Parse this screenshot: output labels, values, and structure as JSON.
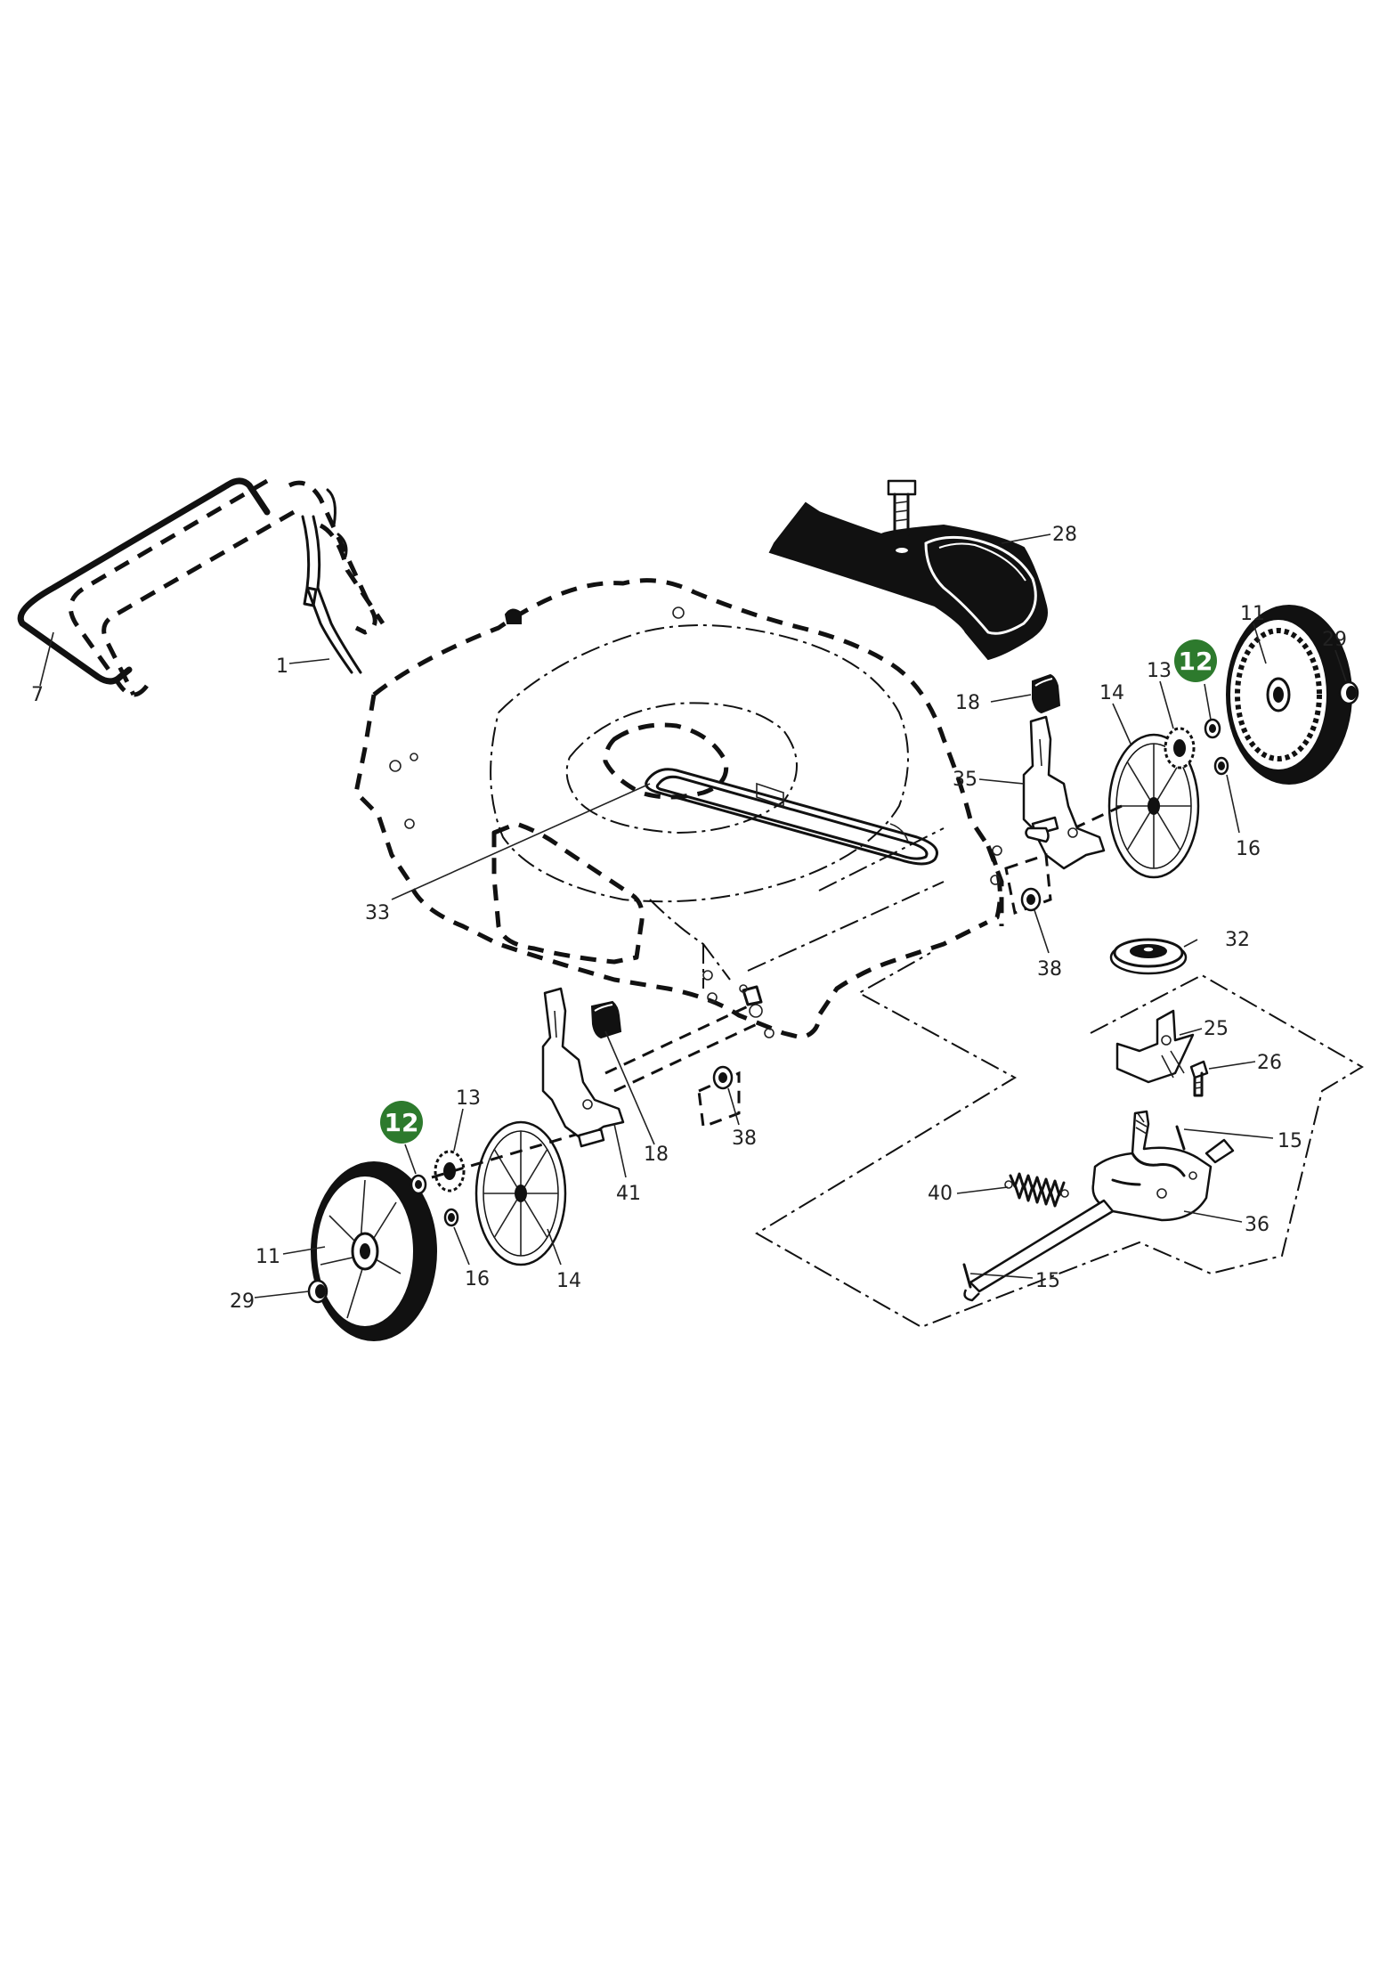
{
  "callouts": {
    "c1": "1",
    "c7": "7",
    "c28": "28",
    "c11_right": "11",
    "c29_right": "29",
    "c13_right": "13",
    "c14_right": "14",
    "c18_right": "18",
    "c35": "35",
    "c16_right": "16",
    "c33": "33",
    "c38_right": "38",
    "c32": "32",
    "c25": "25",
    "c26": "26",
    "c15_upper": "15",
    "c40": "40",
    "c36": "36",
    "c15_lower": "15",
    "c13_left": "13",
    "c18_left": "18",
    "c38_left": "38",
    "c41": "41",
    "c11_left": "11",
    "c16_left": "16",
    "c14_left": "14",
    "c29_left": "29"
  },
  "highlights": {
    "badge_right": "12",
    "badge_left": "12",
    "color": "#2d7a2d"
  }
}
